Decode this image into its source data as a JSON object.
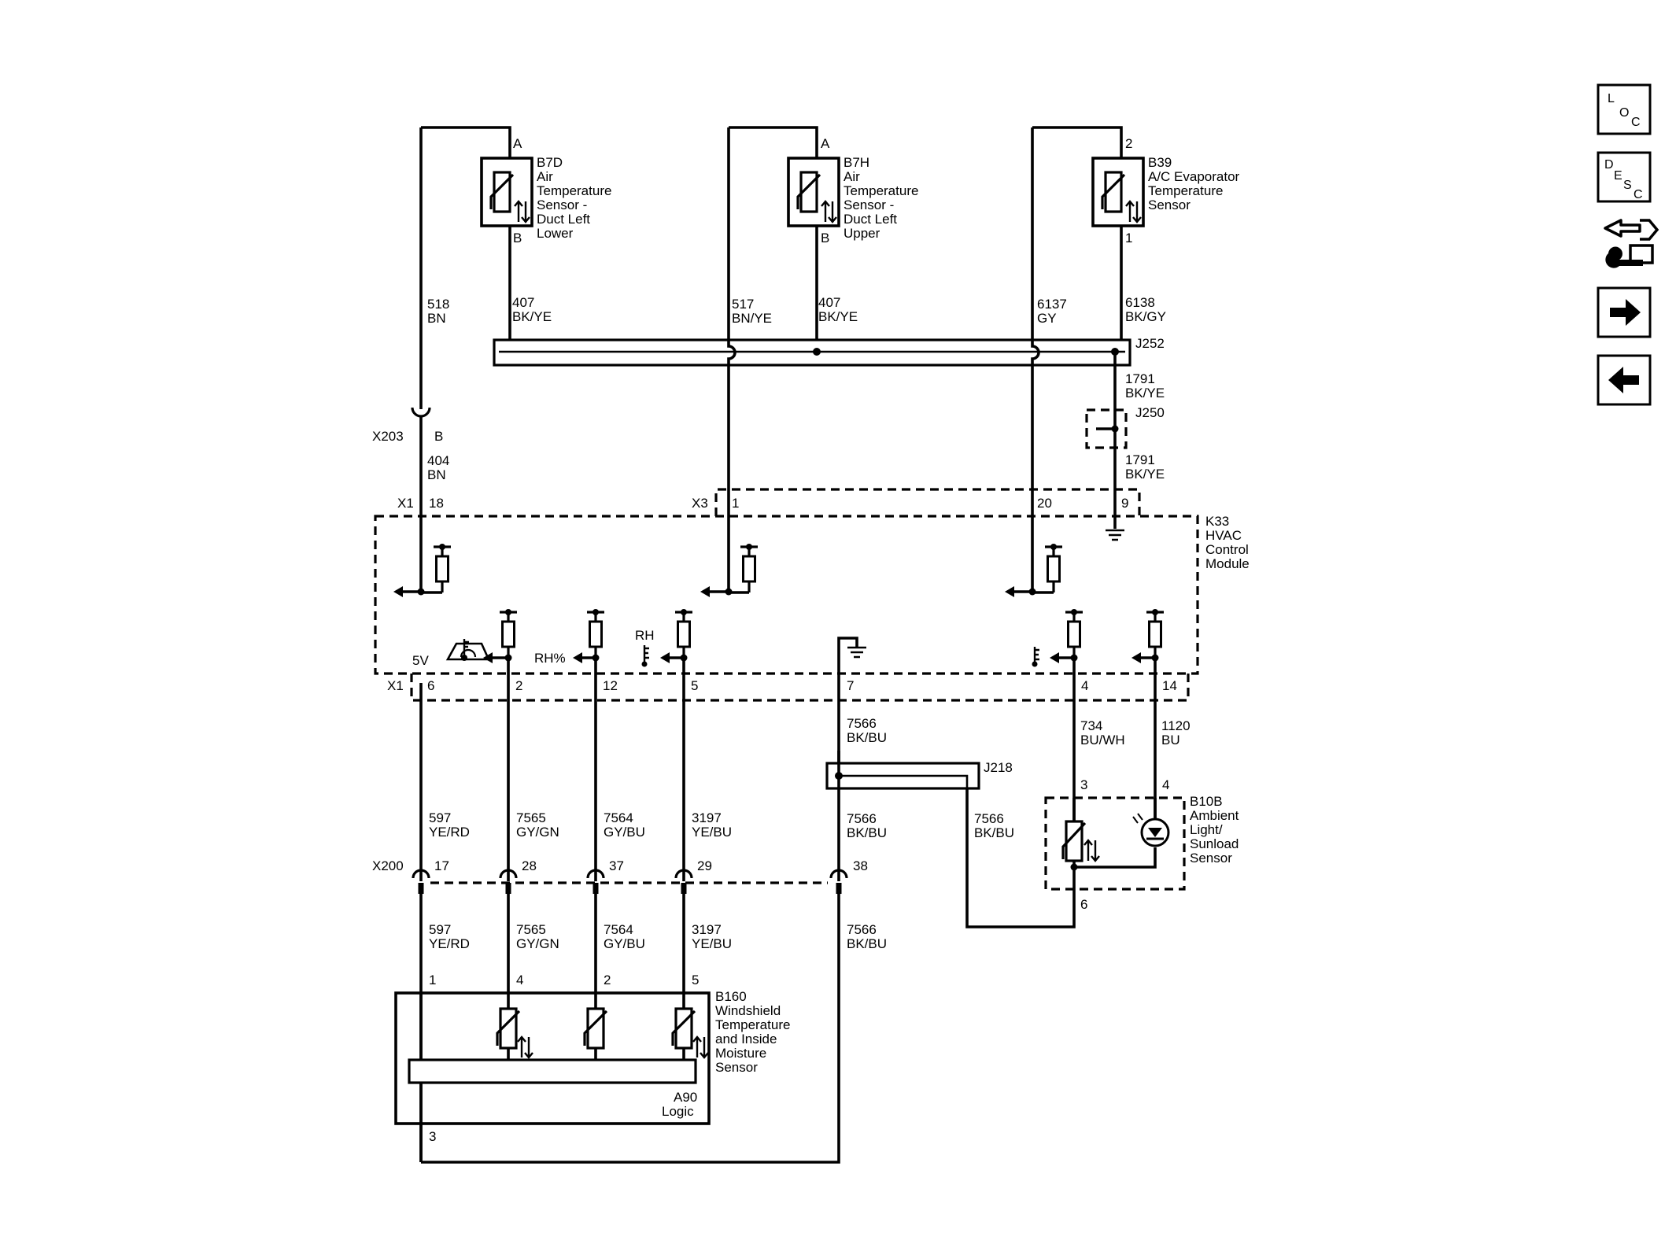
{
  "nav": {
    "loc": [
      "L",
      "O",
      "C"
    ],
    "desc": [
      "D",
      "E",
      "S",
      "C"
    ]
  },
  "b7d": {
    "pin_a": "A",
    "pin_b": "B",
    "id": "B7D",
    "lines": [
      "Air",
      "Temperature",
      "Sensor -",
      "Duct Left",
      "Lower"
    ]
  },
  "b7h": {
    "pin_a": "A",
    "pin_b": "B",
    "id": "B7H",
    "lines": [
      "Air",
      "Temperature",
      "Sensor -",
      "Duct Left",
      "Upper"
    ]
  },
  "b39": {
    "pin_a": "2",
    "pin_b": "1",
    "id": "B39",
    "lines": [
      "A/C Evaporator",
      "Temperature",
      "Sensor"
    ]
  },
  "wires_top": {
    "w518": [
      "518",
      "BN"
    ],
    "w407a": [
      "407",
      "BK/YE"
    ],
    "w517": [
      "517",
      "BN/YE"
    ],
    "w407b": [
      "407",
      "BK/YE"
    ],
    "w6137": [
      "6137",
      "GY"
    ],
    "w6138": [
      "6138",
      "BK/GY"
    ],
    "w1791a": [
      "1791",
      "BK/YE"
    ],
    "w404": [
      "404",
      "BN"
    ],
    "w1791b": [
      "1791",
      "BK/YE"
    ]
  },
  "splices": {
    "j252": "J252",
    "j250": "J250",
    "j218": "J218"
  },
  "x203": {
    "name": "X203",
    "pin": "B"
  },
  "k33": {
    "x1": "X1",
    "x3": "X3",
    "pin18": "18",
    "pin1": "1",
    "pin20": "20",
    "pin9": "9",
    "lines": [
      "K33",
      "HVAC",
      "Control",
      "Module"
    ],
    "v5": "5V",
    "rh_pct": "RH%",
    "rh": "RH",
    "bottom_pins": [
      "6",
      "2",
      "12",
      "5",
      "7",
      "4",
      "14"
    ]
  },
  "wires_mid": {
    "w734": [
      "734",
      "BU/WH"
    ],
    "w1120": [
      "1120",
      "BU"
    ],
    "w7566a": [
      "7566",
      "BK/BU"
    ],
    "w597": [
      "597",
      "YE/RD"
    ],
    "w7565": [
      "7565",
      "GY/GN"
    ],
    "w7564": [
      "7564",
      "GY/BU"
    ],
    "w3197": [
      "3197",
      "YE/BU"
    ],
    "w7566b": [
      "7566",
      "BK/BU"
    ],
    "w7566c": [
      "7566",
      "BK/BU"
    ]
  },
  "b10b": {
    "pin3": "3",
    "pin4": "4",
    "pin6": "6",
    "lines": [
      "B10B",
      "Ambient",
      "Light/",
      "Sunload",
      "Sensor"
    ]
  },
  "x200": {
    "name": "X200",
    "pins": [
      "17",
      "28",
      "37",
      "29",
      "38"
    ]
  },
  "wires_low": {
    "w597": [
      "597",
      "YE/RD"
    ],
    "w7565": [
      "7565",
      "GY/GN"
    ],
    "w7564": [
      "7564",
      "GY/BU"
    ],
    "w3197": [
      "3197",
      "YE/BU"
    ],
    "w7566": [
      "7566",
      "BK/BU"
    ]
  },
  "b160": {
    "pins": [
      "1",
      "4",
      "2",
      "5"
    ],
    "pin3": "3",
    "lines": [
      "B160",
      "Windshield",
      "Temperature",
      "and Inside",
      "Moisture",
      "Sensor"
    ],
    "a90": [
      "A90",
      "Logic"
    ]
  }
}
